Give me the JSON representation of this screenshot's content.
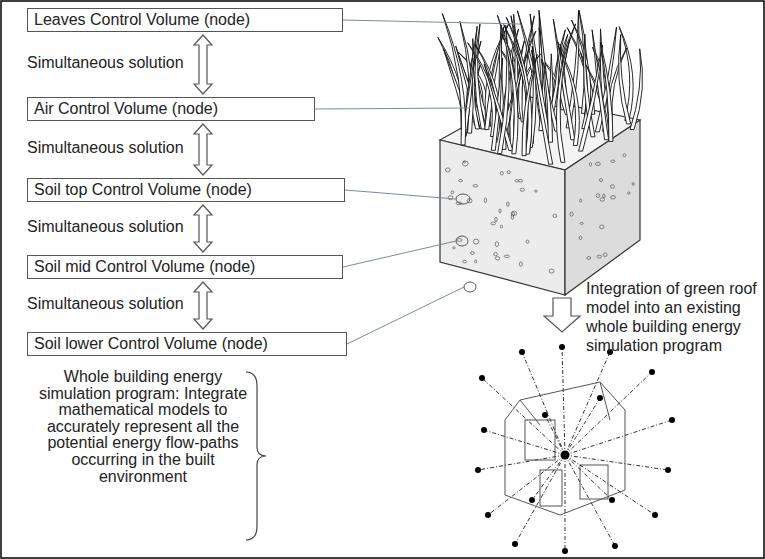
{
  "diagram": {
    "nodes": [
      {
        "text": [
          "Leaves Control Volume (node)"
        ]
      },
      {
        "text": [
          "Air Control Volume (node)"
        ]
      },
      {
        "text": [
          "Soil top Control Volume (node)"
        ]
      },
      {
        "text": [
          "Soil mid Control Volume (node)"
        ]
      },
      {
        "text": [
          "Soil lower Control Volume (node)"
        ]
      }
    ],
    "edges": [
      {
        "from": 0,
        "to": 1,
        "label": "Simultaneous solution",
        "arrow": "both"
      },
      {
        "from": 1,
        "to": 2,
        "label": "Simultaneous solution",
        "arrow": "both"
      },
      {
        "from": 2,
        "to": 3,
        "label": "Simultaneous solution",
        "arrow": "both"
      },
      {
        "from": 3,
        "to": 4,
        "label": "Simultaneous solution",
        "arrow": "both"
      }
    ],
    "labels": [
      "Integration of green roof model into an existing whole building energy simulation program",
      "Whole building energy simulation program: Integrate mathematical models to accurately represent all the potential energy flow-paths occurring in the built environment"
    ]
  }
}
